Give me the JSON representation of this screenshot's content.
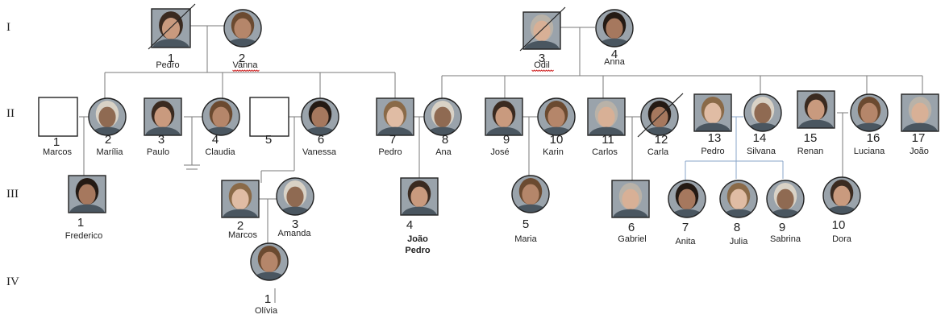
{
  "generations": [
    "I",
    "II",
    "III",
    "IV"
  ],
  "people": [
    {
      "id": "I-1",
      "num": "1",
      "name": "Pedro",
      "sex": "m",
      "photo": true,
      "deceased": true
    },
    {
      "id": "I-2",
      "num": "2",
      "name": "Vanna",
      "sex": "f",
      "photo": true,
      "deceased": false
    },
    {
      "id": "I-3",
      "num": "3",
      "name": "Odil",
      "sex": "m",
      "photo": true,
      "deceased": true
    },
    {
      "id": "I-4",
      "num": "4",
      "name": "Anna",
      "sex": "f",
      "photo": true,
      "deceased": false
    },
    {
      "id": "II-1",
      "num": "1",
      "name": "Marcos",
      "sex": "m",
      "photo": false,
      "deceased": false
    },
    {
      "id": "II-2",
      "num": "2",
      "name": "Marília",
      "sex": "f",
      "photo": true,
      "deceased": false
    },
    {
      "id": "II-3",
      "num": "3",
      "name": "Paulo",
      "sex": "m",
      "photo": true,
      "deceased": false
    },
    {
      "id": "II-4",
      "num": "4",
      "name": "Claudia",
      "sex": "f",
      "photo": true,
      "deceased": false
    },
    {
      "id": "II-5",
      "num": "5",
      "name": "",
      "sex": "m",
      "photo": false,
      "deceased": false
    },
    {
      "id": "II-6",
      "num": "6",
      "name": "Vanessa",
      "sex": "f",
      "photo": true,
      "deceased": false
    },
    {
      "id": "II-7",
      "num": "7",
      "name": "Pedro",
      "sex": "m",
      "photo": true,
      "deceased": false
    },
    {
      "id": "II-8",
      "num": "8",
      "name": "Ana",
      "sex": "f",
      "photo": true,
      "deceased": false
    },
    {
      "id": "II-9",
      "num": "9",
      "name": "José",
      "sex": "m",
      "photo": true,
      "deceased": false
    },
    {
      "id": "II-10",
      "num": "10",
      "name": "Karin",
      "sex": "f",
      "photo": true,
      "deceased": false
    },
    {
      "id": "II-11",
      "num": "11",
      "name": "Carlos",
      "sex": "m",
      "photo": true,
      "deceased": false
    },
    {
      "id": "II-12",
      "num": "12",
      "name": "Carla",
      "sex": "f",
      "photo": true,
      "deceased": true
    },
    {
      "id": "II-13",
      "num": "13",
      "name": "Pedro",
      "sex": "m",
      "photo": true,
      "deceased": false
    },
    {
      "id": "II-14",
      "num": "14",
      "name": "Silvana",
      "sex": "f",
      "photo": true,
      "deceased": false
    },
    {
      "id": "II-15",
      "num": "15",
      "name": "Renan",
      "sex": "m",
      "photo": true,
      "deceased": false
    },
    {
      "id": "II-16",
      "num": "16",
      "name": "Luciana",
      "sex": "f",
      "photo": true,
      "deceased": false
    },
    {
      "id": "II-17",
      "num": "17",
      "name": "João",
      "sex": "m",
      "photo": true,
      "deceased": false
    },
    {
      "id": "III-1",
      "num": "1",
      "name": "Frederico",
      "sex": "m",
      "photo": true,
      "deceased": false
    },
    {
      "id": "III-2",
      "num": "2",
      "name": "Marcos",
      "sex": "m",
      "photo": true,
      "deceased": false
    },
    {
      "id": "III-3",
      "num": "3",
      "name": "Amanda",
      "sex": "f",
      "photo": true,
      "deceased": false
    },
    {
      "id": "III-4",
      "num": "4",
      "name": "João Pedro",
      "sex": "m",
      "photo": true,
      "deceased": false,
      "proband": true
    },
    {
      "id": "III-5",
      "num": "5",
      "name": "Maria",
      "sex": "f",
      "photo": true,
      "deceased": false
    },
    {
      "id": "III-6",
      "num": "6",
      "name": "Gabriel",
      "sex": "m",
      "photo": true,
      "deceased": false
    },
    {
      "id": "III-7",
      "num": "7",
      "name": "Anita",
      "sex": "f",
      "photo": true,
      "deceased": false
    },
    {
      "id": "III-8",
      "num": "8",
      "name": "Julia",
      "sex": "f",
      "photo": true,
      "deceased": false
    },
    {
      "id": "III-9",
      "num": "9",
      "name": "Sabrina",
      "sex": "f",
      "photo": true,
      "deceased": false
    },
    {
      "id": "III-10",
      "num": "10",
      "name": "Dora",
      "sex": "f",
      "photo": true,
      "deceased": false
    },
    {
      "id": "IV-1",
      "num": "1",
      "name": "Olívia",
      "sex": "f",
      "photo": true,
      "deceased": false
    }
  ],
  "colors": {
    "line": "#7a7a7a",
    "blue_line": "#8aa6c8",
    "symbol_stroke": "#222222",
    "spell_underline": "#d02020"
  }
}
